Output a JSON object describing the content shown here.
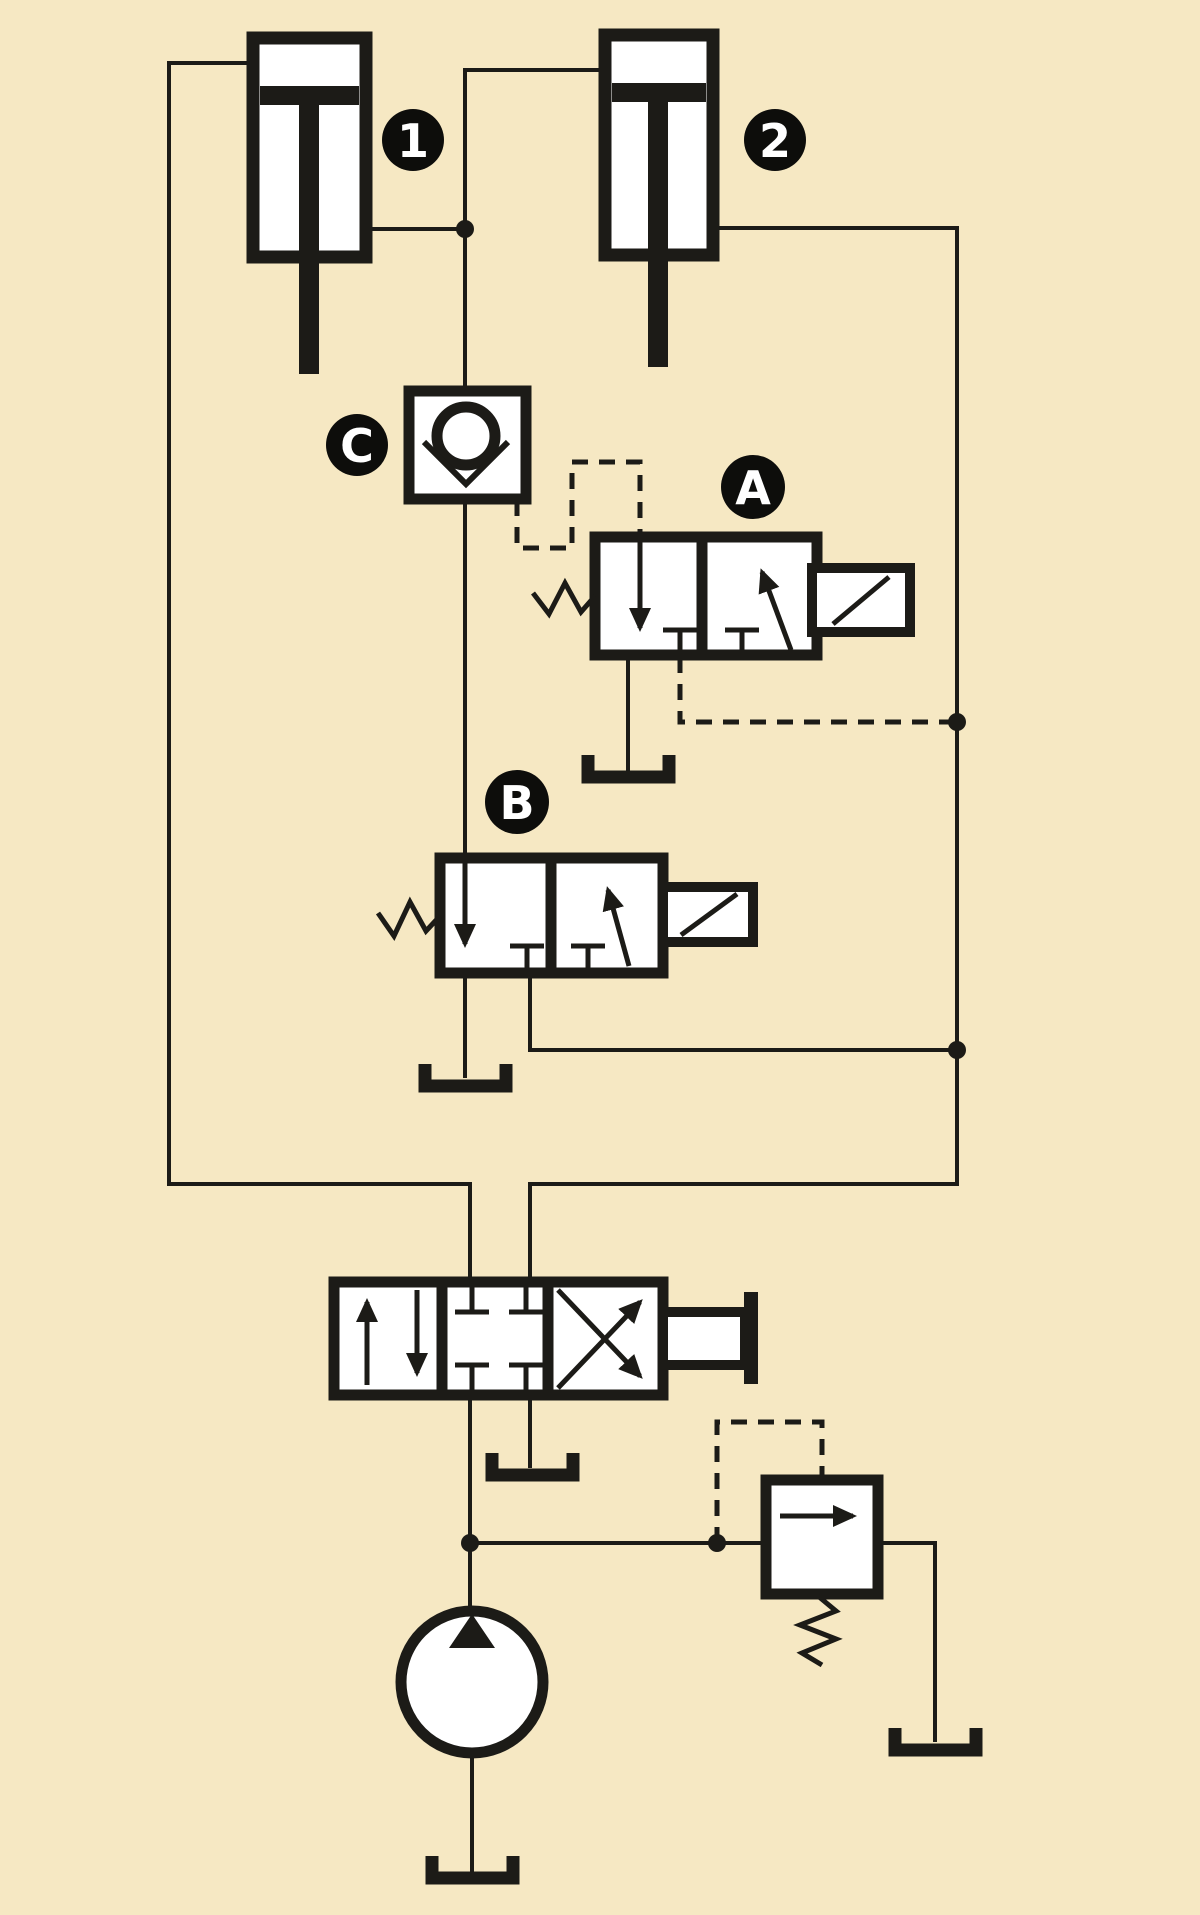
{
  "diagram": {
    "labels": {
      "cylinder_1": "1",
      "cylinder_2": "2",
      "check_valve_c": "C",
      "valve_a": "A",
      "valve_b": "B"
    },
    "components": [
      "cylinder-1",
      "cylinder-2",
      "pilot-check-valve-c",
      "pilot-valve-a",
      "pilot-valve-b",
      "directional-control-valve",
      "relief-valve",
      "pump",
      "tank-symbols"
    ]
  },
  "colors": {
    "background": "#f6e8c3",
    "line": "#1c1b17",
    "label_bg": "#0d0d0b",
    "label_text": "#ffffff",
    "symbol_fill": "#ffffff"
  }
}
